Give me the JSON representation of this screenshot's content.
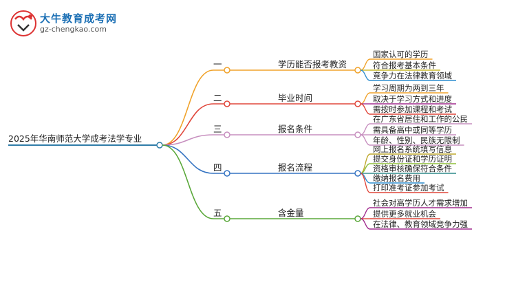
{
  "logo": {
    "title": "大牛教育成考网",
    "url": "gz-chengkao.com"
  },
  "root": {
    "label": "2025年华南师范大学成考法学专业",
    "color": "#2f7ca8"
  },
  "branches": [
    {
      "index": "一",
      "label": "学历能否报考教资",
      "color": "#f0a22a",
      "leaves": [
        "国家认可的学历",
        "符合报考基本条件",
        "竞争力在法律教育领域"
      ],
      "leaf_colors": [
        "#f0a22a",
        "#c9b82a",
        "#2f8ecf"
      ]
    },
    {
      "index": "二",
      "label": "毕业时间",
      "color": "#e0463a",
      "leaves": [
        "学习周期为两到三年",
        "取决于学习方式和进度",
        "需按时参加课程和考试"
      ],
      "leaf_colors": [
        "#f0a22a",
        "#a02b8e",
        "#e0463a"
      ]
    },
    {
      "index": "三",
      "label": "报名条件",
      "color": "#c78fbf",
      "leaves": [
        "在广东省居住和工作的公民",
        "需具备高中或同等学历",
        "年龄、性别、民族无限制"
      ],
      "leaf_colors": [
        "#c78fbf",
        "#c78fbf",
        "#c78fbf"
      ]
    },
    {
      "index": "四",
      "label": "报名流程",
      "color": "#3574c2",
      "leaves": [
        "网上报名系统填写信息",
        "提交身份证和学历证明",
        "资格审核确保符合条件",
        "缴纳报名费用",
        "打印准考证参加考试"
      ],
      "leaf_colors": [
        "#bfa92f",
        "#8fbf3a",
        "#2e8a8a",
        "#2f8ecf",
        "#e0463a"
      ]
    },
    {
      "index": "五",
      "label": "含金量",
      "color": "#5aa83a",
      "leaves": [
        "社会对高学历人才需求增加",
        "提供更多就业机会",
        "在法律、教育领域竞争力强"
      ],
      "leaf_colors": [
        "#a02b8e",
        "#e0463a",
        "#a02b8e"
      ]
    }
  ]
}
